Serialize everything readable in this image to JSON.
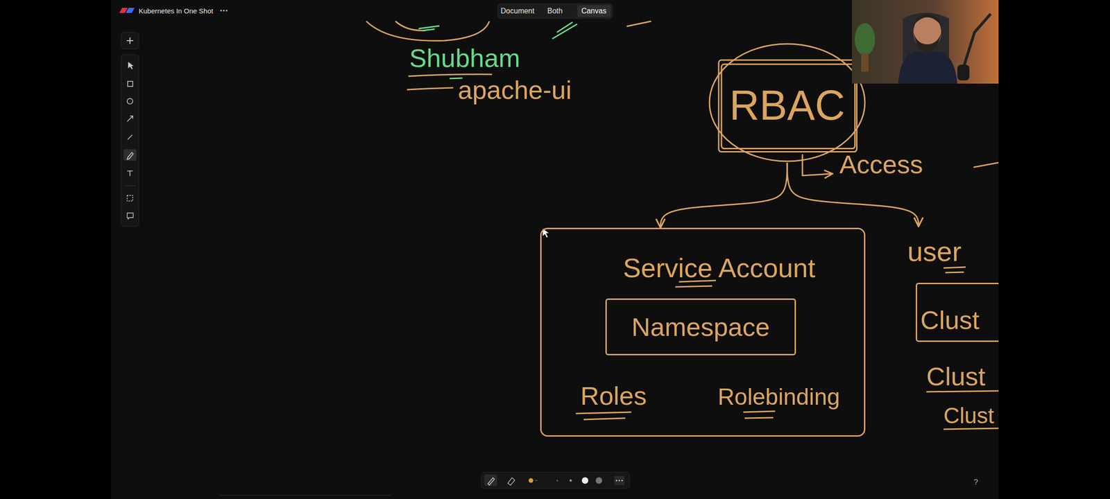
{
  "diagram": {
    "title": "Kubernetes In One Shot",
    "nodes": [
      {
        "text": [
          "RBAC"
        ]
      },
      {
        "text": [
          "Service Account",
          "Roles",
          "Rolebinding"
        ]
      },
      {
        "text": [
          "Namespace"
        ],
        "in": 1
      },
      {
        "text": [
          "user",
          "Clust"
        ]
      }
    ],
    "edges": [
      {
        "from": 0,
        "to": 1,
        "arrow": "to"
      },
      {
        "from": 0,
        "to": 3,
        "arrow": "to"
      }
    ],
    "labels": [
      "Document",
      "Both",
      "Canvas",
      "Shubham",
      "apache-ui",
      "Access",
      "Clust",
      "Clust",
      "?"
    ]
  }
}
